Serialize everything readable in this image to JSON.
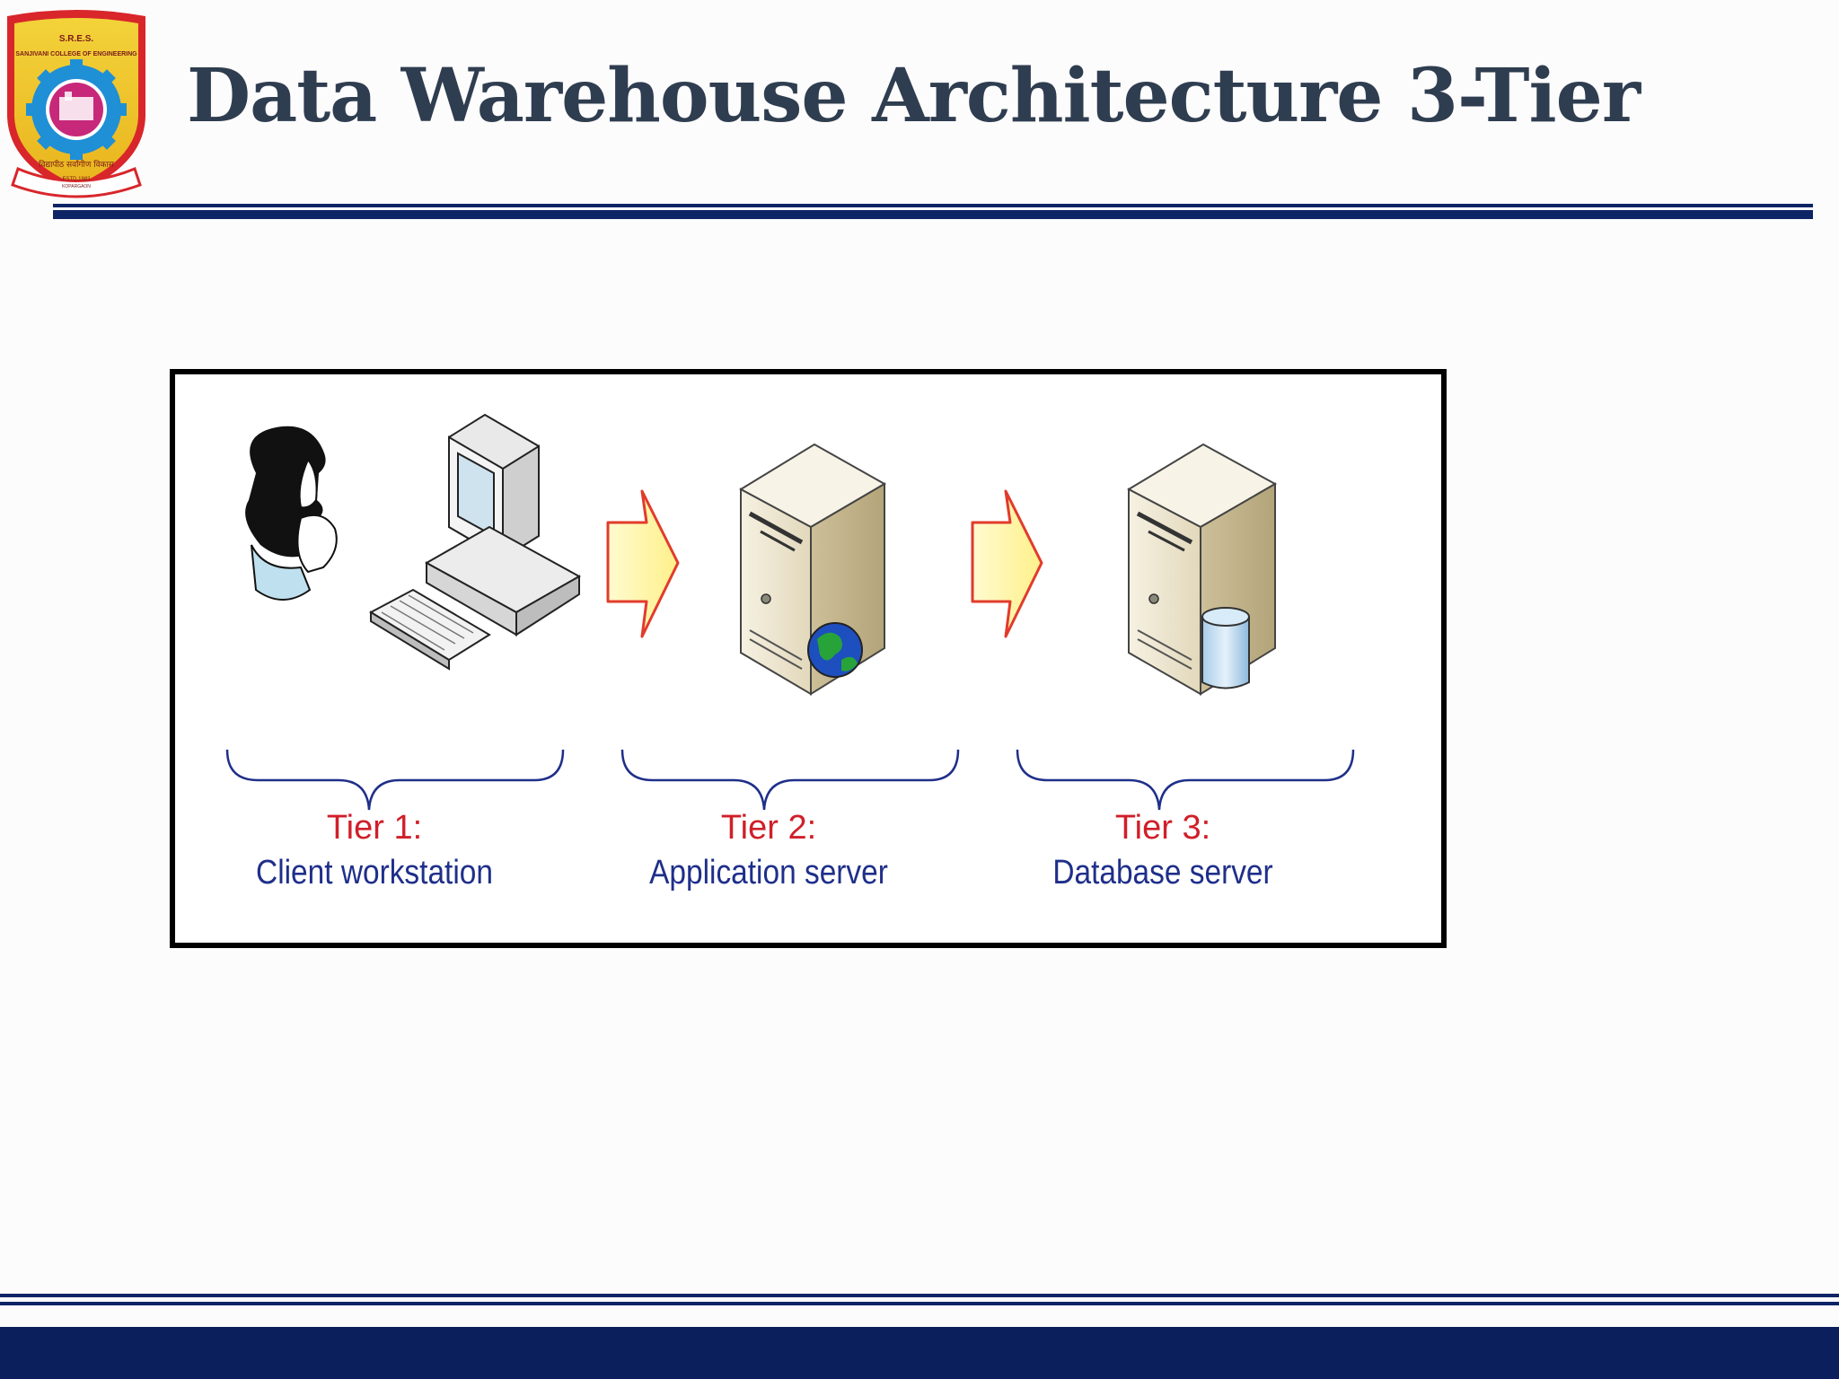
{
  "slide": {
    "title": "Data Warehouse Architecture 3-Tier",
    "logo": {
      "top_text": "S.R.E.S.",
      "college": "SANJIVANI COLLEGE OF ENGINEERING",
      "motto": "विद्यापीठ सर्वांगीण विकास",
      "established": "ESTD.1983",
      "location": "KOPARGAON"
    }
  },
  "diagram": {
    "tiers": [
      {
        "number": "Tier 1:",
        "name": "Client workstation",
        "icon": "client-workstation-icon"
      },
      {
        "number": "Tier 2:",
        "name": "Application server",
        "icon": "application-server-icon"
      },
      {
        "number": "Tier 3:",
        "name": "Database server",
        "icon": "database-server-icon"
      }
    ]
  },
  "colors": {
    "title": "#2f3d50",
    "rule": "#0d2466",
    "footer": "#0a1f5c",
    "tier_number": "#d01f2a",
    "tier_name": "#1f2f8a",
    "brace": "#1f2f8a",
    "arrow_fill": "#fff6a8",
    "arrow_stroke": "#e23b2b"
  }
}
